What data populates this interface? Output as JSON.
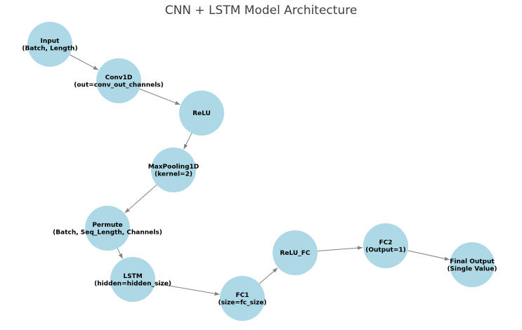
{
  "title": "CNN + LSTM Model Architecture",
  "colors": {
    "node_fill": "#add8e6",
    "edge": "#808080",
    "title_text": "#404040",
    "label_text": "#000000"
  },
  "nodes": [
    {
      "id": "input",
      "lines": [
        "Input",
        "(Batch, Length)"
      ]
    },
    {
      "id": "conv1d",
      "lines": [
        "Conv1D",
        "(out=conv_out_channels)"
      ]
    },
    {
      "id": "relu",
      "lines": [
        "ReLU"
      ]
    },
    {
      "id": "maxpool",
      "lines": [
        "MaxPooling1D",
        "(kernel=2)"
      ]
    },
    {
      "id": "permute",
      "lines": [
        "Permute",
        "(Batch, Seq_Length, Channels)"
      ]
    },
    {
      "id": "lstm",
      "lines": [
        "LSTM",
        "(hidden=hidden_size)"
      ]
    },
    {
      "id": "fc1",
      "lines": [
        "FC1",
        "(size=fc_size)"
      ]
    },
    {
      "id": "relu-fc",
      "lines": [
        "ReLU_FC"
      ]
    },
    {
      "id": "fc2",
      "lines": [
        "FC2",
        "(Output=1)"
      ]
    },
    {
      "id": "final-output",
      "lines": [
        "Final Output",
        "(Single Value)"
      ]
    }
  ],
  "edges": [
    {
      "from": "input",
      "to": "conv1d"
    },
    {
      "from": "conv1d",
      "to": "relu"
    },
    {
      "from": "relu",
      "to": "maxpool"
    },
    {
      "from": "maxpool",
      "to": "permute"
    },
    {
      "from": "permute",
      "to": "lstm"
    },
    {
      "from": "lstm",
      "to": "fc1"
    },
    {
      "from": "fc1",
      "to": "relu-fc"
    },
    {
      "from": "relu-fc",
      "to": "fc2"
    },
    {
      "from": "fc2",
      "to": "final-output"
    }
  ]
}
